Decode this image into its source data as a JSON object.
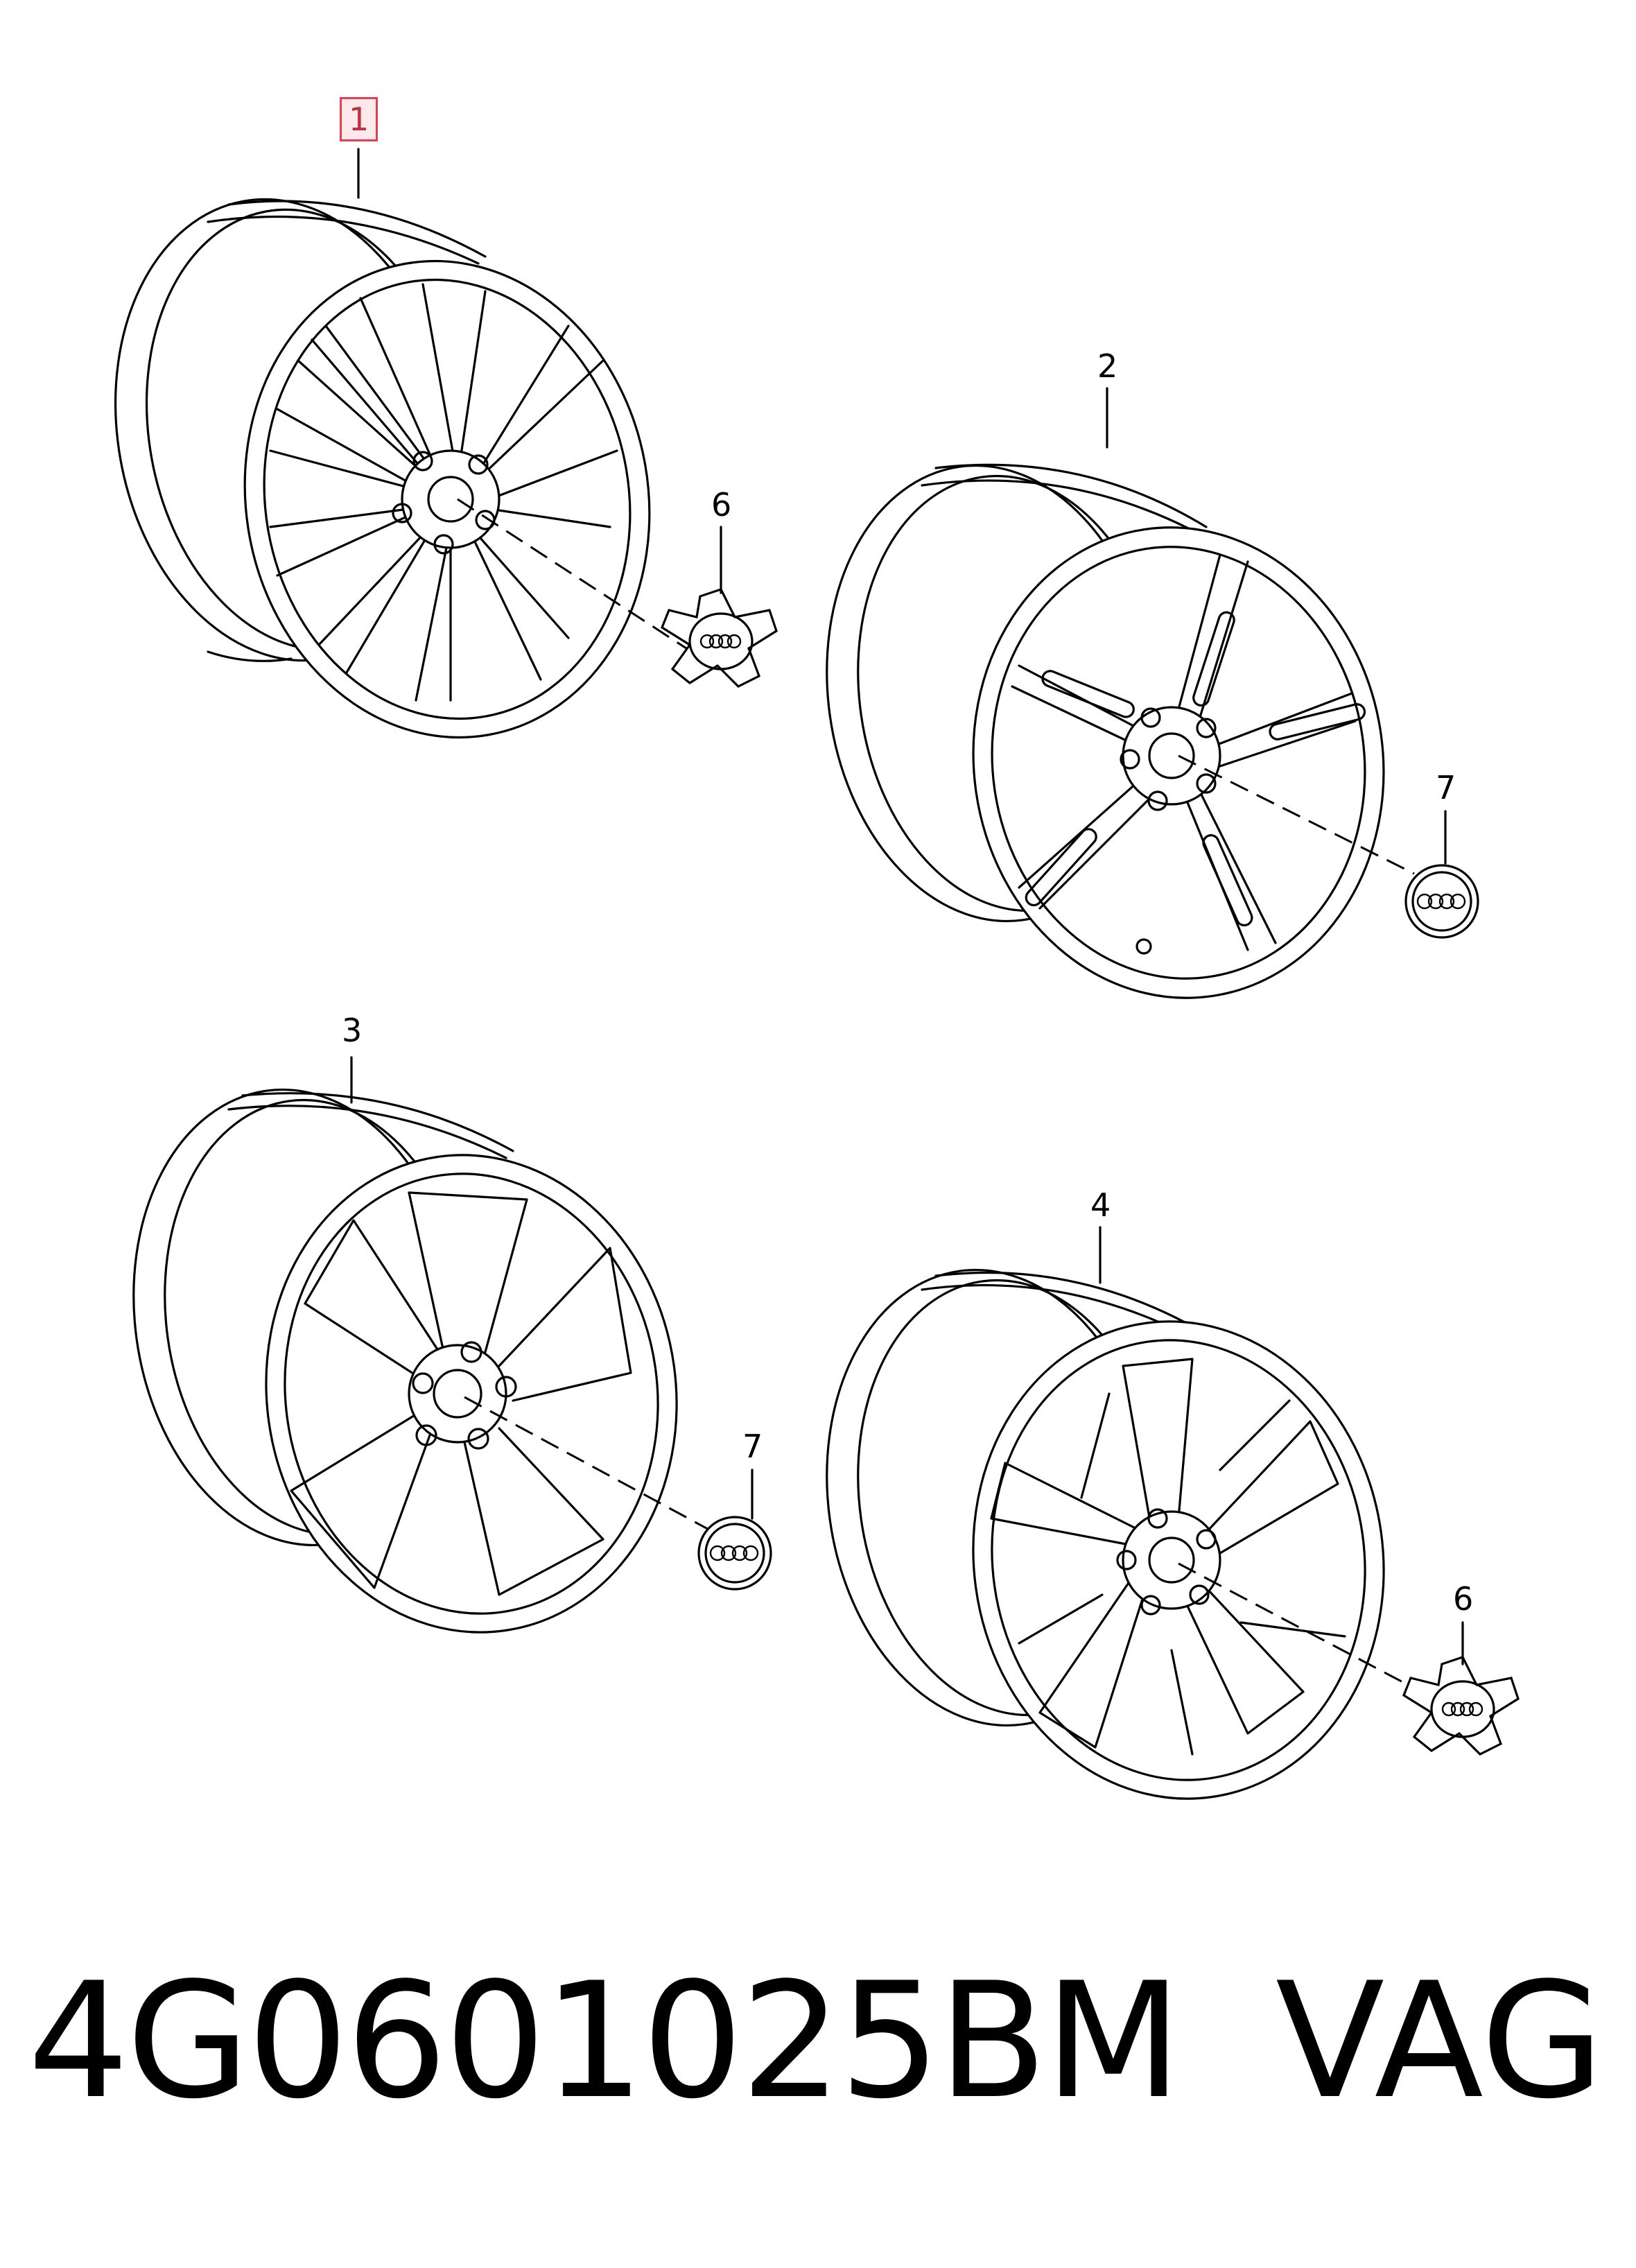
{
  "diagram": {
    "callouts": [
      {
        "id": "1",
        "label": "1",
        "highlighted": true
      },
      {
        "id": "2",
        "label": "2",
        "highlighted": false
      },
      {
        "id": "3",
        "label": "3",
        "highlighted": false
      },
      {
        "id": "4",
        "label": "4",
        "highlighted": false
      },
      {
        "id": "6a",
        "label": "6",
        "highlighted": false
      },
      {
        "id": "7a",
        "label": "7",
        "highlighted": false
      },
      {
        "id": "7b",
        "label": "7",
        "highlighted": false
      },
      {
        "id": "6b",
        "label": "6",
        "highlighted": false
      }
    ],
    "highlight_color": "#e04050",
    "line_color": "#000000"
  },
  "footer": {
    "part_number": "4G0601025BM",
    "brand": "VAG"
  }
}
